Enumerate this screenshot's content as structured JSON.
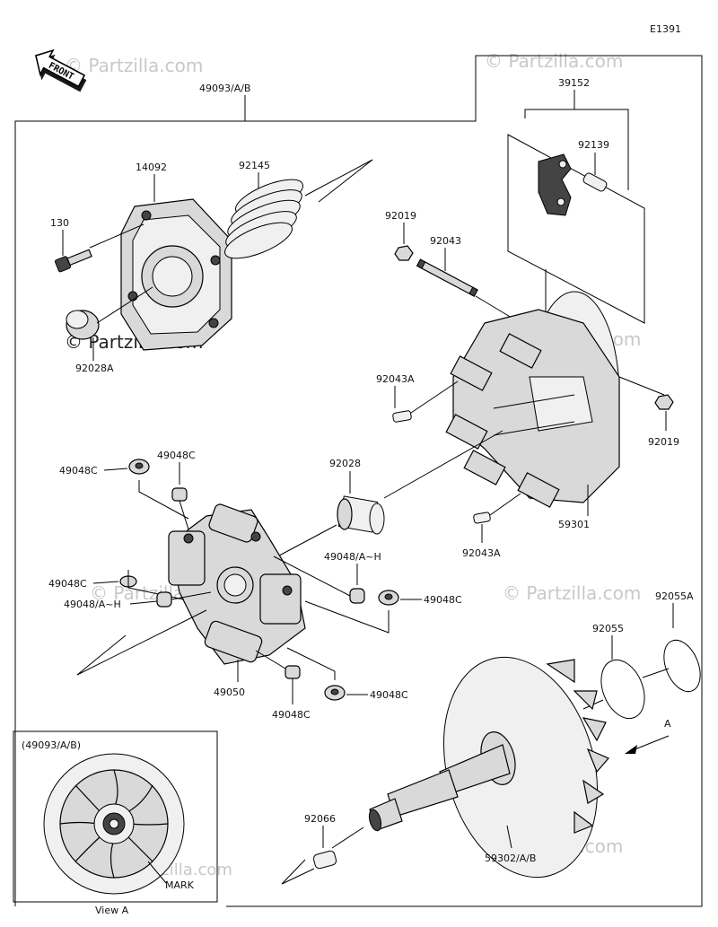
{
  "diagram_code": "E1391",
  "front_label": "FRONT",
  "watermark": "© Partzilla.com",
  "watermark_short": "© Partzilla.com",
  "view_label": "View A",
  "view_ref": "(49093/A/B)",
  "view_mark": "MARK",
  "arrow_a": "A",
  "labels": {
    "assy": "49093/A/B",
    "p39152": "39152",
    "p92139": "92139",
    "p14092": "14092",
    "p92145": "92145",
    "p130": "130",
    "p92028A": "92028A",
    "p92019a": "92019",
    "p92043": "92043",
    "p92043A_a": "92043A",
    "p92019b": "92019",
    "p59301": "59301",
    "p92043A_b": "92043A",
    "p92028": "92028",
    "p49048C_a": "49048C",
    "p49048C_b": "49048C",
    "p49048C_c": "49048C",
    "p49048AH_a": "49048/A~H",
    "p49048AH_b": "49048/A~H",
    "p49048C_d": "49048C",
    "p49050": "49050",
    "p49048C_e": "49048C",
    "p49048C_f": "49048C",
    "p92055": "92055",
    "p92055A": "92055A",
    "p92066": "92066",
    "p59302": "59302/A/B"
  }
}
